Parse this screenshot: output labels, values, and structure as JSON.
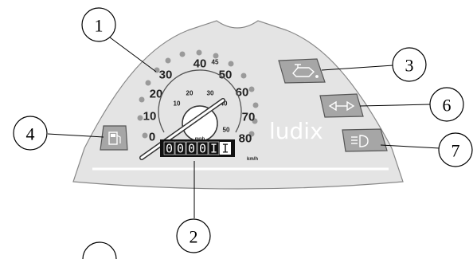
{
  "speedometer": {
    "mph_labels": [
      "0",
      "10",
      "20",
      "30",
      "40",
      "45",
      "50",
      "60",
      "70",
      "80"
    ],
    "kmh_labels": [
      "10",
      "20",
      "30",
      "40",
      "50"
    ],
    "unit_mph": "mph",
    "unit_kmh": "km/h",
    "odometer_digits": [
      "0",
      "0",
      "0",
      "0",
      "I",
      "I"
    ],
    "brand": "ludix"
  },
  "indicators": [
    {
      "name": "oil-pressure-icon",
      "callout": "3"
    },
    {
      "name": "turn-signal-icon",
      "callout": "6"
    },
    {
      "name": "headlight-icon",
      "callout": "7"
    },
    {
      "name": "fuel-icon",
      "callout": "4"
    }
  ],
  "callouts": {
    "c1": "1",
    "c2": "2",
    "c3": "3",
    "c4": "4",
    "c6": "6",
    "c7": "7"
  },
  "colors": {
    "panel": "#e4e4e4",
    "dot": "#9a9a9a",
    "button": "#a6a6a6",
    "odometer": "#111111"
  }
}
